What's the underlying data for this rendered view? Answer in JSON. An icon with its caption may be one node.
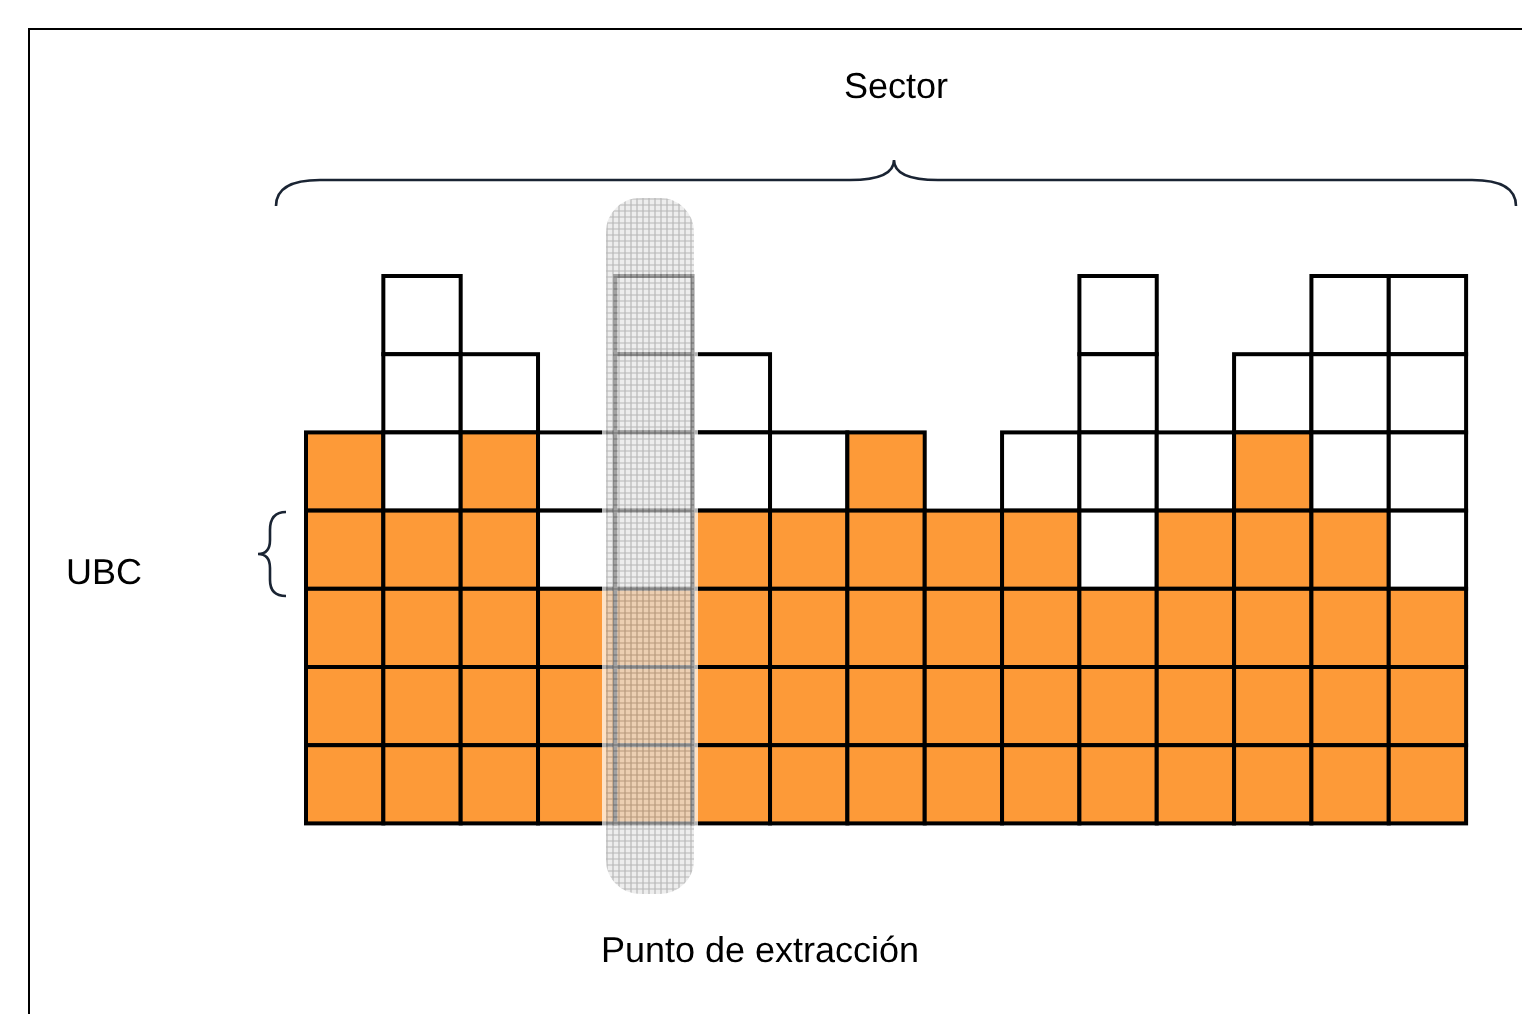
{
  "diagram": {
    "labels": [
      "Sector",
      "UBC",
      "Punto de extracción"
    ]
  }
}
